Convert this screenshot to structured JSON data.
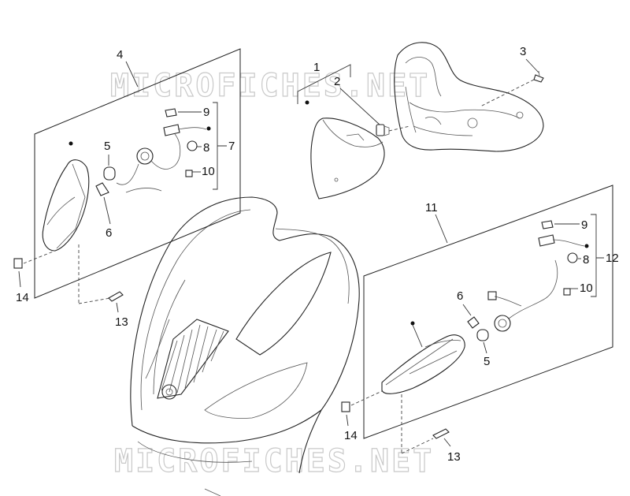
{
  "watermark": "MICROFICHES.NET",
  "callouts": {
    "n1": "1",
    "n2": "2",
    "n3": "3",
    "n4": "4",
    "n11": "11",
    "left_group": {
      "n5": "5",
      "n6": "6",
      "n7": "7",
      "n8": "8",
      "n9": "9",
      "n10": "10",
      "n13": "13",
      "n14": "14"
    },
    "right_group": {
      "n5": "5",
      "n6": "6",
      "n8": "8",
      "n9": "9",
      "n10": "10",
      "n12": "12",
      "n13": "13",
      "n14": "14"
    }
  }
}
